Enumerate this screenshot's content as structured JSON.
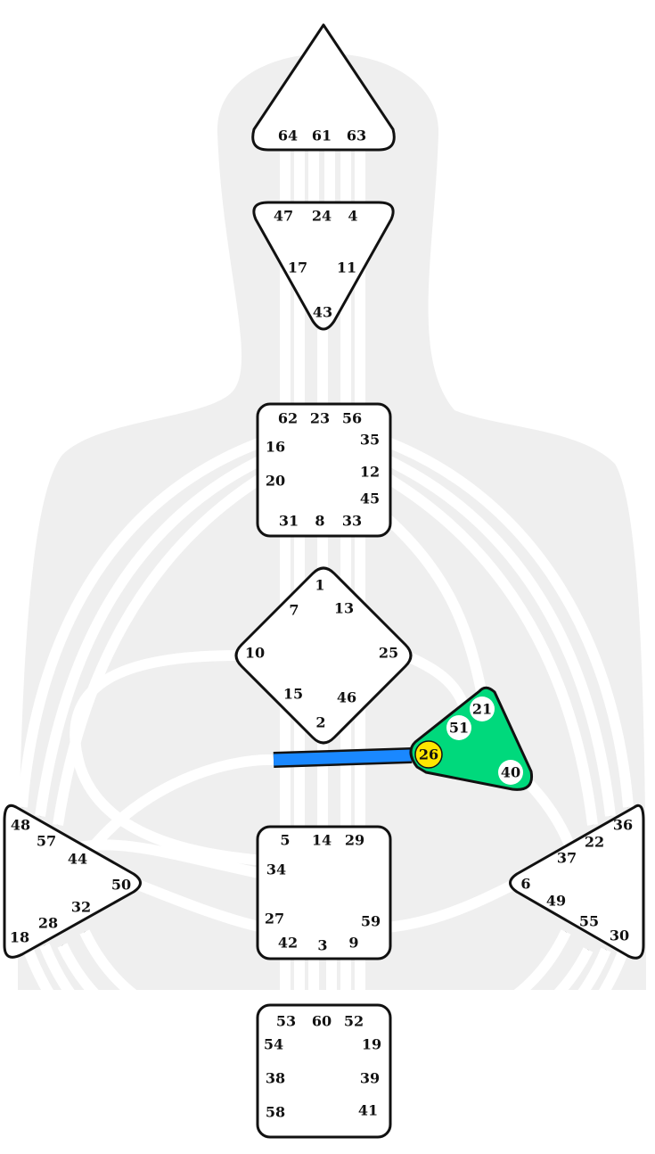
{
  "colors": {
    "silhouette": "#efefef",
    "outline": "#111111",
    "center_defined": "#00d97c",
    "gate_active": "#ffe600",
    "channel_active": "#1a88ff",
    "center_undefined": "#ffffff"
  },
  "centers": {
    "head": {
      "gates": [
        "64",
        "61",
        "63"
      ]
    },
    "ajna": {
      "gates": [
        "47",
        "24",
        "4",
        "17",
        "11",
        "43"
      ]
    },
    "throat": {
      "gates": [
        "62",
        "23",
        "56",
        "16",
        "35",
        "12",
        "20",
        "45",
        "31",
        "8",
        "33"
      ]
    },
    "g": {
      "gates": [
        "1",
        "7",
        "13",
        "10",
        "25",
        "15",
        "46",
        "2"
      ]
    },
    "ego": {
      "gates": [
        "21",
        "51",
        "26",
        "40"
      ],
      "defined": true
    },
    "sacral": {
      "gates": [
        "5",
        "14",
        "29",
        "34",
        "27",
        "59",
        "42",
        "3",
        "9"
      ]
    },
    "spleen": {
      "gates": [
        "48",
        "57",
        "44",
        "50",
        "32",
        "28",
        "18"
      ]
    },
    "solar_plexus": {
      "gates": [
        "36",
        "22",
        "37",
        "6",
        "49",
        "55",
        "30"
      ]
    },
    "root": {
      "gates": [
        "53",
        "60",
        "52",
        "54",
        "19",
        "38",
        "39",
        "58",
        "41"
      ]
    }
  },
  "active_gate": "26",
  "active_channel": {
    "from": "26",
    "to": "44",
    "hanging": true
  }
}
